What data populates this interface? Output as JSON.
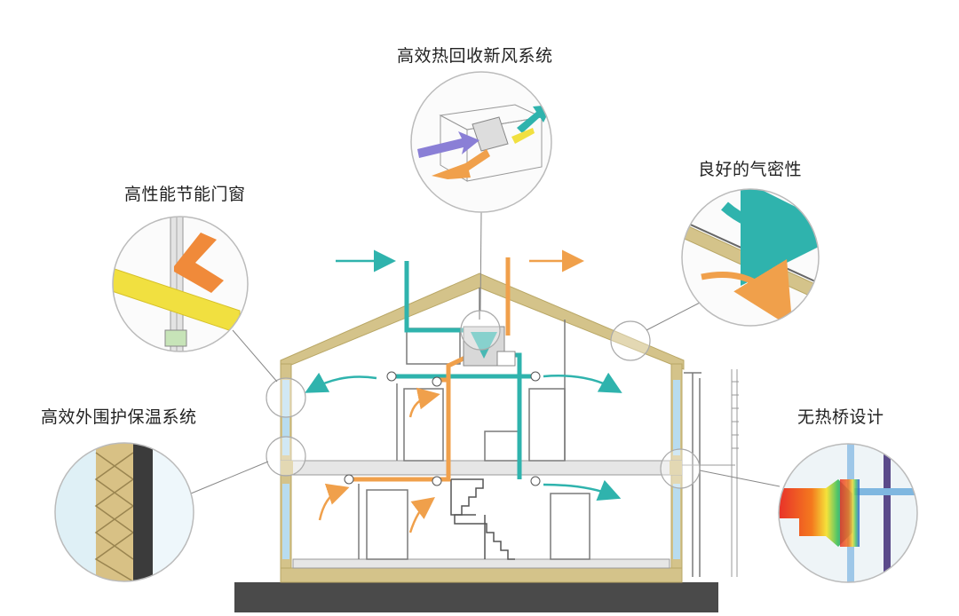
{
  "labels": {
    "ventilation": "高效热回收新风系统",
    "windows": "高性能节能门窗",
    "airtightness": "良好的气密性",
    "insulation": "高效外围护保温系统",
    "thermal_bridge": "无热桥设计"
  },
  "colors": {
    "frame": "#d4c38a",
    "frame_stroke": "#b9a766",
    "fresh_air": "#2fb3ad",
    "exhaust_air": "#f0a04b",
    "purple_air": "#8a7fd6",
    "glass": "#b8dcef",
    "ground": "#4a4a4a",
    "line": "#888888"
  }
}
